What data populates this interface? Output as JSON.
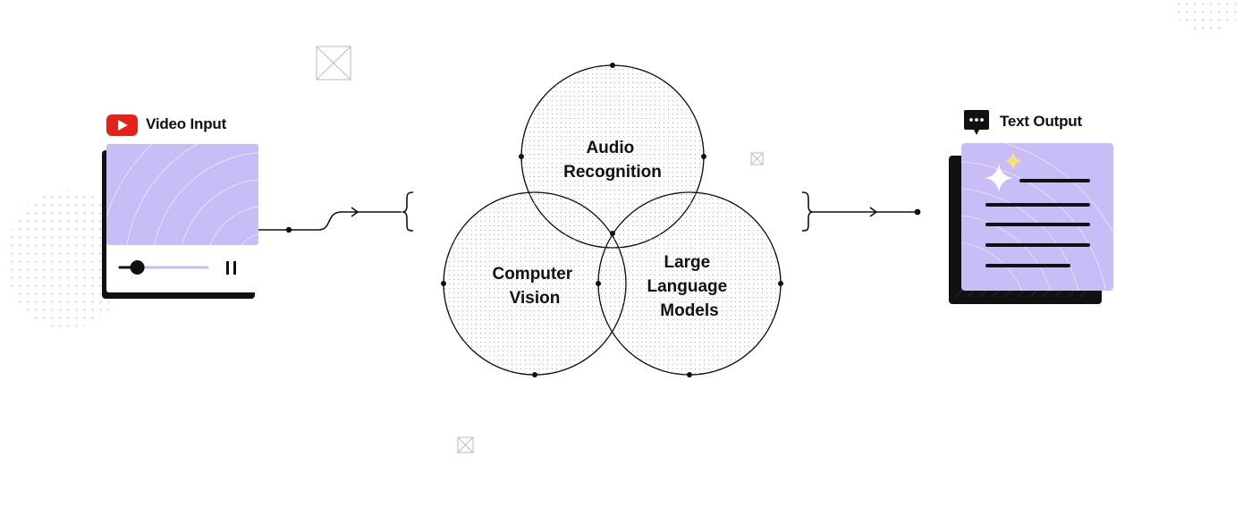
{
  "input": {
    "label": "Video Input",
    "icon": "video-play-icon",
    "icon_color": "#e62117",
    "progress": 0.2
  },
  "output": {
    "label": "Text Output",
    "icon": "chat-bubble-icon"
  },
  "venn": {
    "top": [
      "Audio",
      "Recognition"
    ],
    "left": [
      "Computer",
      "Vision"
    ],
    "right": [
      "Large",
      "Language",
      "Models"
    ]
  },
  "colors": {
    "accent": "#c9bdf7",
    "ink": "#111111",
    "spark": "#f7e07a"
  }
}
